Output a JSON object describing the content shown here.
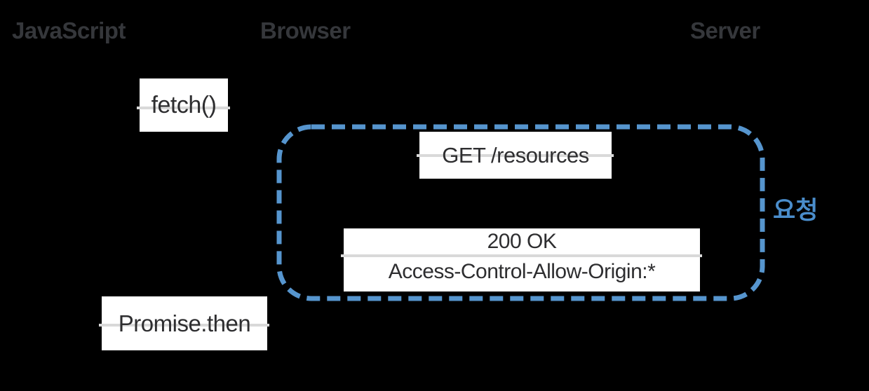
{
  "diagram": {
    "title_note": "CORS fetch sequence diagram",
    "background": "#000000",
    "actors": [
      {
        "id": "javascript",
        "label": "JavaScript"
      },
      {
        "id": "browser",
        "label": "Browser"
      },
      {
        "id": "server",
        "label": "Server"
      }
    ],
    "messages": [
      {
        "id": "fetch-call",
        "label": "fetch()"
      },
      {
        "id": "get-request",
        "label": "GET /resources"
      },
      {
        "id": "response",
        "line1": "200 OK",
        "line2": "Access-Control-Allow-Origin:*"
      },
      {
        "id": "promise-then",
        "label": "Promise.then"
      }
    ],
    "group": {
      "label": "요청"
    },
    "colors": {
      "background": "#000000",
      "box_fill": "#ffffff",
      "connector_gray": "#d9d9d9",
      "dash_blue": "#5695ce",
      "group_label_blue": "#4a8dcb",
      "actor_text": "#35373b",
      "message_text": "#2e2e30"
    }
  }
}
